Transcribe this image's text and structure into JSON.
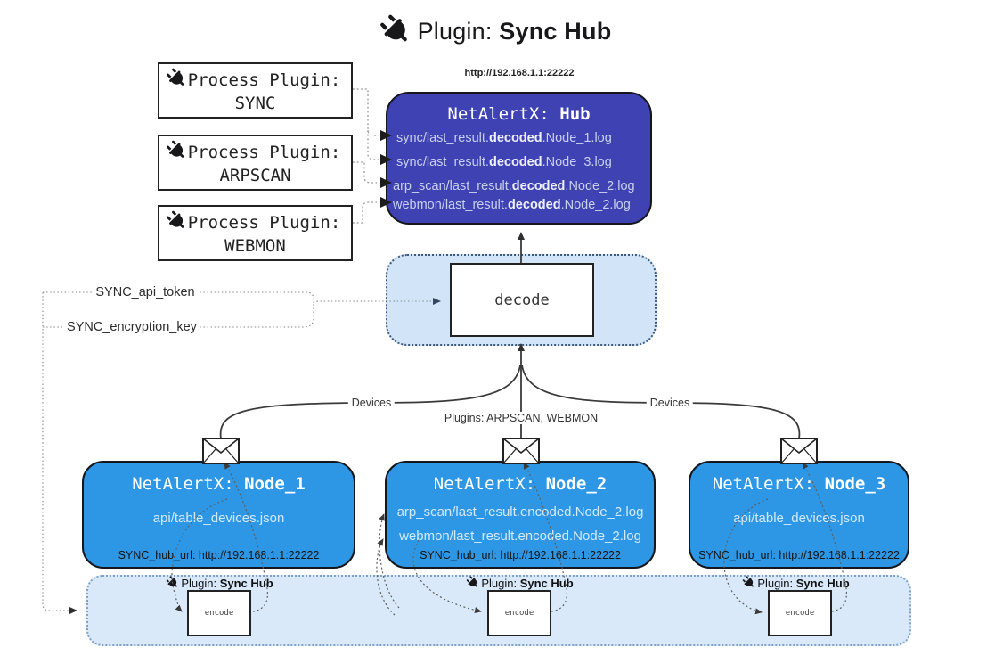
{
  "title": {
    "prefix": "Plugin: ",
    "bold": "Sync Hub"
  },
  "hub": {
    "url": "http://192.168.1.1:22222",
    "name_prefix": "NetAlertX: ",
    "name_bold": "Hub",
    "logs": [
      {
        "pre": "sync/last_result.",
        "bold": "decoded",
        "post": ".Node_1.log"
      },
      {
        "pre": "sync/last_result.",
        "bold": "decoded",
        "post": ".Node_3.log"
      },
      {
        "pre": "arp_scan/last_result.",
        "bold": "decoded",
        "post": ".Node_2.log"
      },
      {
        "pre": "webmon/last_result.",
        "bold": "decoded",
        "post": ".Node_2.log"
      }
    ]
  },
  "process_plugins": {
    "line1": "Process Plugin:",
    "items": [
      "SYNC",
      "ARPSCAN",
      "WEBMON"
    ]
  },
  "settings": {
    "api_token": "SYNC_api_token",
    "encryption_key": "SYNC_encryption_key"
  },
  "labels": {
    "decode": "decode",
    "encode": "encode",
    "devices_left": "Devices",
    "plugins_center": "Plugins: ARPSCAN, WEBMON",
    "devices_right": "Devices"
  },
  "encode_section": {
    "label_prefix": "Plugin: ",
    "label_bold": "Sync Hub"
  },
  "nodes": [
    {
      "name_prefix": "NetAlertX: ",
      "name_bold": "Node_1",
      "lines": [
        "api/table_devices.json"
      ],
      "footer": "SYNC_hub_url: http://192.168.1.1:22222"
    },
    {
      "name_prefix": "NetAlertX: ",
      "name_bold": "Node_2",
      "lines": [
        "arp_scan/last_result.encoded.Node_2.log",
        "webmon/last_result.encoded.Node_2.log"
      ],
      "footer": "SYNC_hub_url: http://192.168.1.1:22222"
    },
    {
      "name_prefix": "NetAlertX: ",
      "name_bold": "Node_3",
      "lines": [
        "api/table_devices.json"
      ],
      "footer": "SYNC_hub_url: http://192.168.1.1:22222"
    }
  ],
  "colors": {
    "hub_fill": "#3e42b2",
    "node_fill": "#2d97e5",
    "band_fill": "#d9e9f9",
    "decode_band_fill": "#d2e5f8",
    "hub_log_text": "#c9d1ee",
    "node_line_text": "#d3e9fc"
  }
}
